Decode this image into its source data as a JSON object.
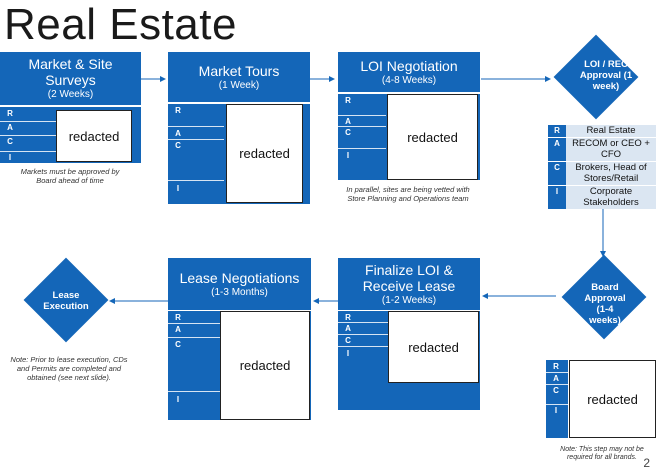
{
  "title": "Real Estate",
  "page_number": "2",
  "redacted_label": "redacted",
  "raci_letters": [
    "R",
    "A",
    "C",
    "I"
  ],
  "steps": {
    "market_surveys": {
      "title": "Market & Site Surveys",
      "duration": "(2 Weeks)"
    },
    "market_tours": {
      "title": "Market Tours",
      "duration": "(1 Week)"
    },
    "loi_negotiation": {
      "title": "LOI Negotiation",
      "duration": "(4-8 Weeks)"
    },
    "finalize_loi": {
      "title": "Finalize LOI & Receive Lease",
      "duration": "(1-2 Weeks)"
    },
    "lease_negotiations": {
      "title": "Lease Negotiations",
      "duration": "(1-3 Months)"
    }
  },
  "decisions": {
    "loi_rec_approval": "LOI / REC Approval (1 week)",
    "board_approval": "Board Approval (1-4 weeks)",
    "lease_execution": "Lease Execution"
  },
  "loi_rec_raci": [
    {
      "key": "R",
      "value": "Real Estate"
    },
    {
      "key": "A",
      "value": "RECOM or CEO + CFO"
    },
    {
      "key": "C",
      "value": "Brokers, Head of Stores/Retail"
    },
    {
      "key": "I",
      "value": "Corporate Stakeholders"
    }
  ],
  "notes": {
    "market_surveys": "Markets must be approved by Board ahead of time",
    "loi_negotiation": "In parallel, sites are being vetted with Store Planning and Operations team",
    "lease_execution": "Note: Prior to lease execution, CDs and Permits are completed and obtained (see next slide).",
    "board_approval": "Note: This step may not be required for all brands."
  },
  "colors": {
    "primary": "#1466b8",
    "light": "#dbe6f2"
  }
}
